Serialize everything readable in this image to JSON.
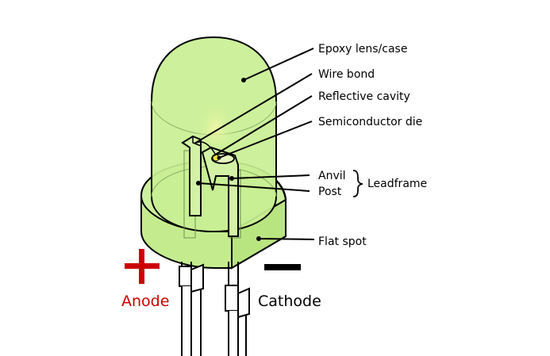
{
  "labels": {
    "epoxy": "Epoxy lens/case",
    "wire_bond": "Wire bond",
    "reflective_cavity": "Reflective cavity",
    "semiconductor_die": "Semiconductor die",
    "anvil": "Anvil",
    "post": "Post",
    "leadframe": "Leadframe",
    "flat_spot": "Flat spot",
    "anode": "Anode",
    "cathode": "Cathode"
  },
  "colors": {
    "lens_fill": "#c8ef94",
    "lens_glow": "#e6f5a0",
    "outline": "#000000",
    "anode_red": "#cc0000",
    "die": "#f3e23a"
  },
  "symbols": {
    "plus": "plus-sign-icon",
    "minus": "minus-sign-icon"
  }
}
